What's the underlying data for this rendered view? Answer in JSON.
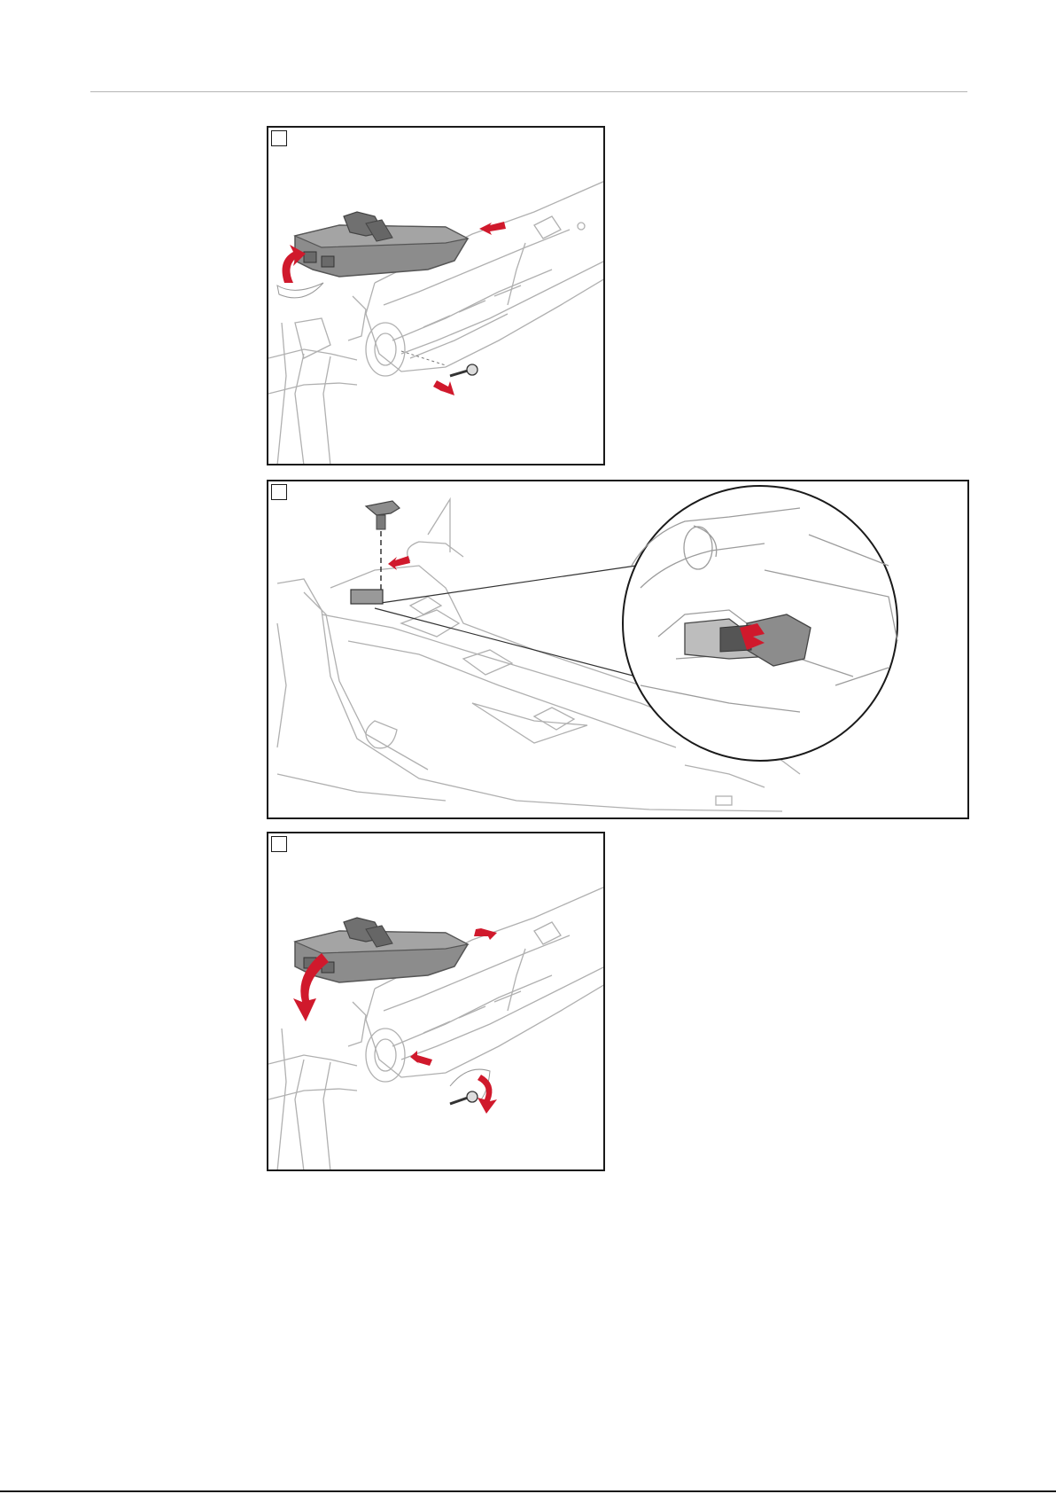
{
  "page": {
    "steps": [
      {
        "number": "",
        "label": "step-1"
      },
      {
        "number": "",
        "label": "step-2"
      },
      {
        "number": "",
        "label": "step-3"
      }
    ]
  },
  "colors": {
    "frame": "#1a1a1a",
    "line": "#b0b0b0",
    "line_dark": "#6e6e6e",
    "part_fill": "#8c8c8c",
    "part_dark": "#555555",
    "arrow_red": "#d0192c"
  },
  "icons": [
    "curved-arrow-up-icon",
    "arrow-left-icon",
    "arrow-down-right-icon",
    "screw-icon",
    "arrow-down-icon",
    "curved-arrow-down-icon",
    "rotate-arrow-icon",
    "magnifier-circle"
  ]
}
